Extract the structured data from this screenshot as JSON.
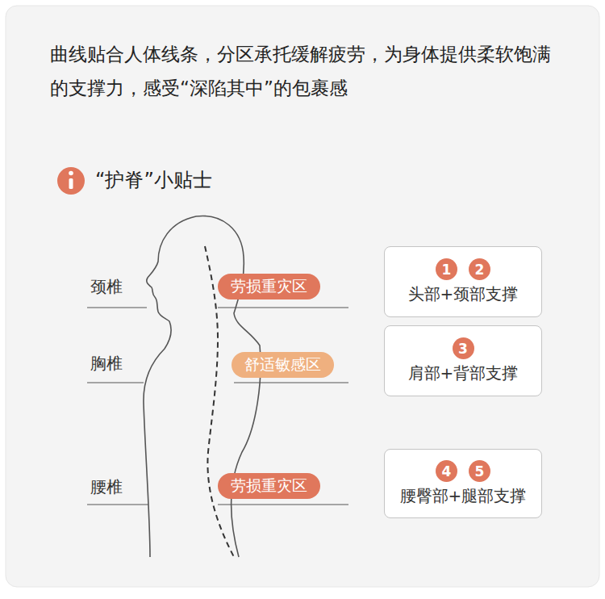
{
  "diagram": {
    "title": "曲线贴合人体线条，分区承托缓解疲劳，为身体提供柔软饱满的支撑力，感受“深陷其中”的包裹感",
    "nodes": [
      {
        "text": [
          "劳损重灾区"
        ]
      },
      {
        "text": [
          "头部+颈部支撑"
        ]
      },
      {
        "text": [
          "1"
        ],
        "in": 1
      },
      {
        "text": [
          "2"
        ],
        "in": 1
      },
      {
        "text": [
          "舒适敏感区"
        ]
      },
      {
        "text": [
          "肩部+背部支撑"
        ]
      },
      {
        "text": [
          "3"
        ],
        "in": 5
      },
      {
        "text": [
          "劳损重灾区"
        ]
      },
      {
        "text": [
          "腰臀部+腿部支撑"
        ]
      },
      {
        "text": [
          "4"
        ],
        "in": 8
      },
      {
        "text": [
          "5"
        ],
        "in": 8
      }
    ],
    "labels": [
      "“护脊”小贴士",
      "颈椎",
      "胸椎",
      "腰椎"
    ]
  }
}
